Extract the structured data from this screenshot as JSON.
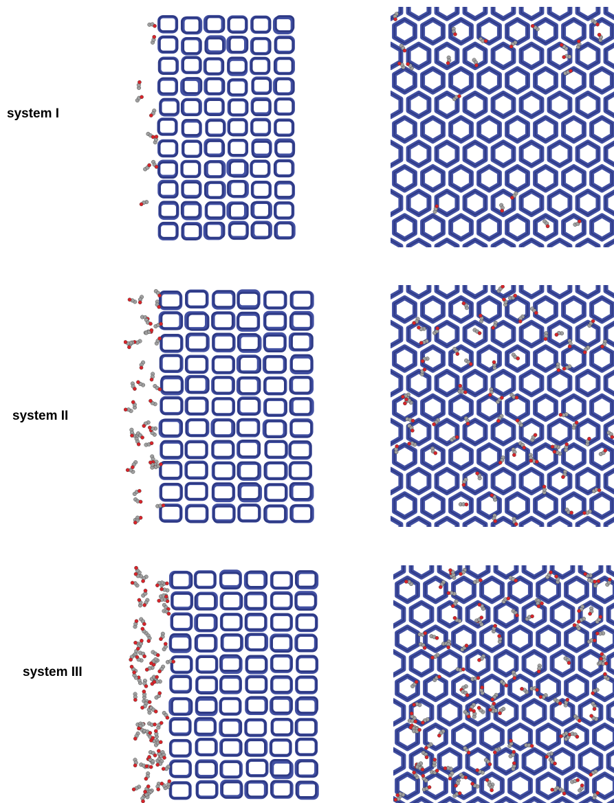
{
  "figure": {
    "rows": [
      {
        "label": "system I",
        "molecule_density": "low"
      },
      {
        "label": "system II",
        "molecule_density": "medium"
      },
      {
        "label": "system III",
        "molecule_density": "high"
      }
    ],
    "views": [
      "side-view",
      "top-view"
    ],
    "colors": {
      "framework": "#4250A2",
      "framework_dark": "#2E3A86",
      "oxygen_atom": "#D8242A",
      "carbon_atom": "#A0A0A0",
      "background": "#FFFFFF"
    }
  }
}
